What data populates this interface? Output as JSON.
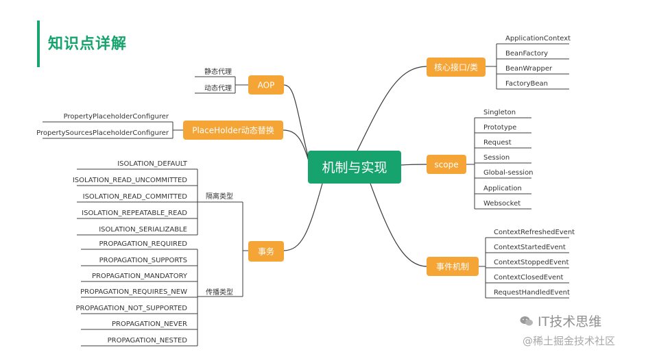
{
  "title": "知识点详解",
  "colors": {
    "accent": "#1aa472",
    "center": "#17a36d",
    "branch": "#f5a436",
    "line": "#3a3a3a",
    "text": "#333333"
  },
  "icons": [
    "wechat-icon"
  ],
  "mindmap": {
    "center": "机制与实现",
    "aop": {
      "label": "AOP",
      "items": [
        "静态代理",
        "动态代理"
      ]
    },
    "placeholder": {
      "label": "PlaceHolder动态替换",
      "items": [
        "PropertyPlaceholderConfigurer",
        "PropertySourcesPlaceholderConfigurer"
      ]
    },
    "transaction": {
      "label": "事务",
      "isolation": {
        "label": "隔离类型",
        "items": [
          "ISOLATION_DEFAULT",
          "ISOLATION_READ_UNCOMMITTED",
          "ISOLATION_READ_COMMITTED",
          "ISOLATION_REPEATABLE_READ",
          "ISOLATION_SERIALIZABLE"
        ]
      },
      "propagation": {
        "label": "传播类型",
        "items": [
          "PROPAGATION_REQUIRED",
          "PROPAGATION_SUPPORTS",
          "PROPAGATION_MANDATORY",
          "PROPAGATION_REQUIRES_NEW",
          "PROPAGATION_NOT_SUPPORTED",
          "PROPAGATION_NEVER",
          "PROPAGATION_NESTED"
        ]
      }
    },
    "core": {
      "label": "核心接口/类",
      "items": [
        "ApplicationContext",
        "BeanFactory",
        "BeanWrapper",
        "FactoryBean"
      ]
    },
    "scope": {
      "label": "scope",
      "items": [
        "Singleton",
        "Prototype",
        "Request",
        "Session",
        "Global-session",
        "Application",
        "Websocket"
      ]
    },
    "event": {
      "label": "事件机制",
      "items": [
        "ContextRefreshedEvent",
        "ContextStartedEvent",
        "ContextStoppedEvent",
        "ContextClosedEvent",
        "RequestHandledEvent"
      ]
    }
  },
  "watermark": {
    "account": "IT技术思维",
    "site": "@稀土掘金技术社区"
  }
}
